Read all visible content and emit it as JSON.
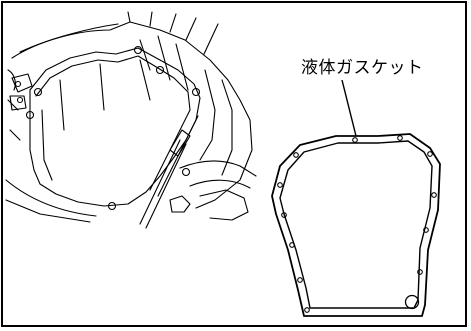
{
  "figure": {
    "callout_label": "液体ガスケット",
    "line_color": "#000000",
    "background": "#ffffff",
    "illustrations": [
      "engine-oil-pan-installed-view",
      "oil-pan-gasket-outline-view"
    ]
  }
}
